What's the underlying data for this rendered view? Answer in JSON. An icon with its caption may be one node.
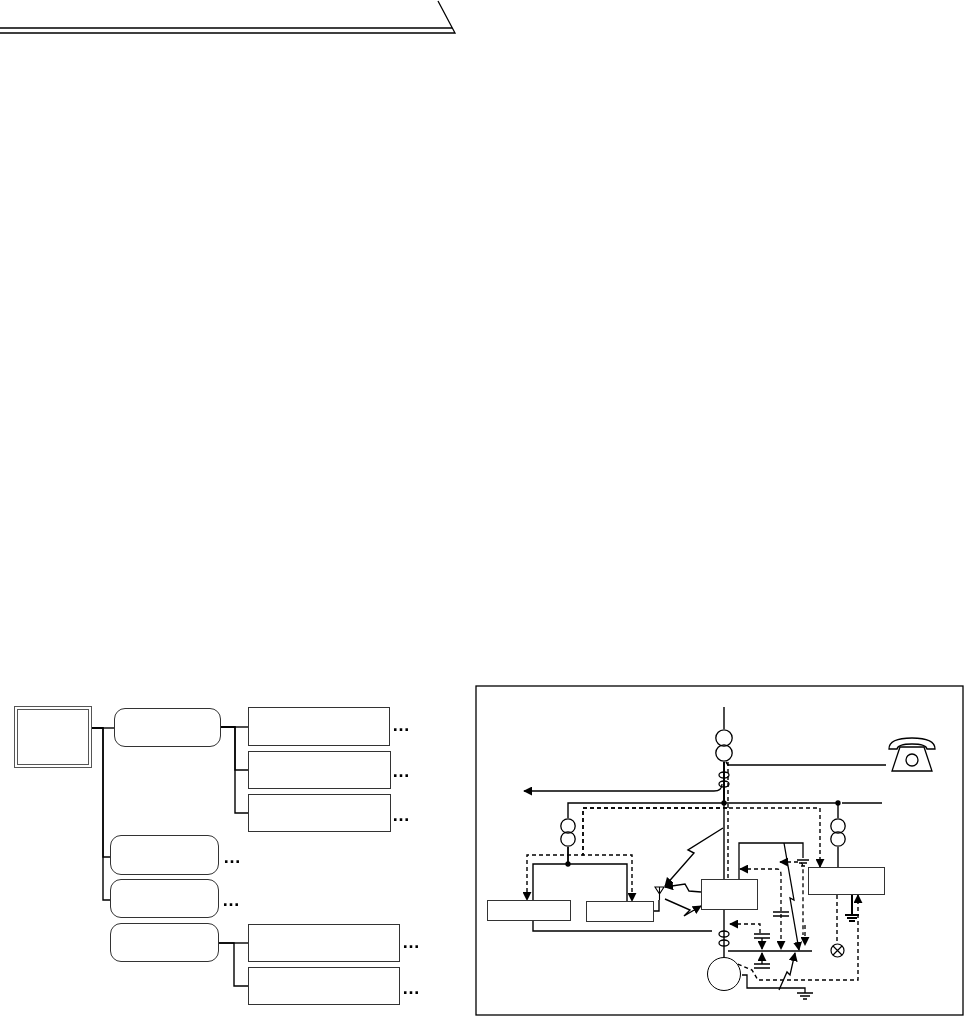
{
  "diagram": {
    "nodes": [
      {
        "text": [],
        "shape": "box"
      },
      {
        "text": [],
        "shape": "box"
      },
      {
        "text": [],
        "shape": "box"
      },
      {
        "text": [],
        "shape": "box"
      },
      {
        "text": [],
        "shape": "box"
      },
      {
        "text": [],
        "shape": "box"
      },
      {
        "text": [],
        "shape": "box"
      },
      {
        "text": [],
        "shape": "box"
      },
      {
        "text": [],
        "shape": "box"
      },
      {
        "text": [],
        "shape": "box"
      },
      {
        "text": [],
        "shape": "box"
      },
      {
        "text": [],
        "shape": "box"
      },
      {
        "text": [],
        "shape": "box"
      },
      {
        "text": [],
        "shape": "box"
      },
      {
        "text": [],
        "shape": "circle"
      },
      {
        "text": [],
        "shape": "telephone"
      },
      {
        "text": [],
        "shape": "lamp"
      },
      {
        "text": [],
        "shape": "antenna"
      },
      {
        "text": [],
        "shape": "transformer"
      },
      {
        "text": [],
        "shape": "transformer"
      },
      {
        "text": [],
        "shape": "transformer"
      }
    ],
    "edges": [
      {
        "from": 0,
        "to": 1,
        "arrow": "none"
      },
      {
        "from": 0,
        "to": 5,
        "arrow": "none"
      },
      {
        "from": 0,
        "to": 6,
        "arrow": "none"
      },
      {
        "from": 1,
        "to": 2,
        "arrow": "none"
      },
      {
        "from": 1,
        "to": 3,
        "arrow": "none"
      },
      {
        "from": 1,
        "to": 4,
        "arrow": "none"
      },
      {
        "from": 7,
        "to": 8,
        "arrow": "none"
      },
      {
        "from": 7,
        "to": 9,
        "arrow": "none"
      },
      {
        "from": null,
        "to": 10,
        "arrow": "to",
        "style": "dashed"
      },
      {
        "from": null,
        "to": 11,
        "arrow": "to",
        "style": "dashed"
      },
      {
        "from": null,
        "to": 13,
        "arrow": "to",
        "style": "dashed"
      },
      {
        "from": 13,
        "to": 16,
        "arrow": "none",
        "style": "dashed"
      },
      {
        "from": 14,
        "to": 13,
        "arrow": "to",
        "style": "dashed"
      },
      {
        "from": null,
        "to": 17,
        "arrow": "to"
      },
      {
        "from": 12,
        "to": 17,
        "arrow": "to"
      },
      {
        "from": 17,
        "to": 12,
        "arrow": "to"
      },
      {
        "from": 11,
        "to": 17,
        "arrow": "none"
      },
      {
        "from": 18,
        "to": 15,
        "arrow": "none"
      },
      {
        "from": 10,
        "to": null,
        "arrow": "none"
      },
      {
        "from": 18,
        "to": 12,
        "arrow": "none",
        "style": "dashed"
      },
      {
        "from": 12,
        "to": 14,
        "arrow": "none"
      },
      {
        "from": null,
        "to": 18,
        "arrow": "none"
      },
      {
        "from": 18,
        "to": 12,
        "arrow": "none"
      },
      {
        "from": 18,
        "to": 19,
        "arrow": "none"
      },
      {
        "from": 18,
        "to": 20,
        "arrow": "none"
      },
      {
        "from": 20,
        "to": 13,
        "arrow": "none"
      },
      {
        "from": 19,
        "to": 10,
        "arrow": "none"
      },
      {
        "from": 19,
        "to": 11,
        "arrow": "none"
      }
    ],
    "labels": [
      "…",
      "…",
      "…",
      "…",
      "…",
      "…",
      "…"
    ]
  }
}
